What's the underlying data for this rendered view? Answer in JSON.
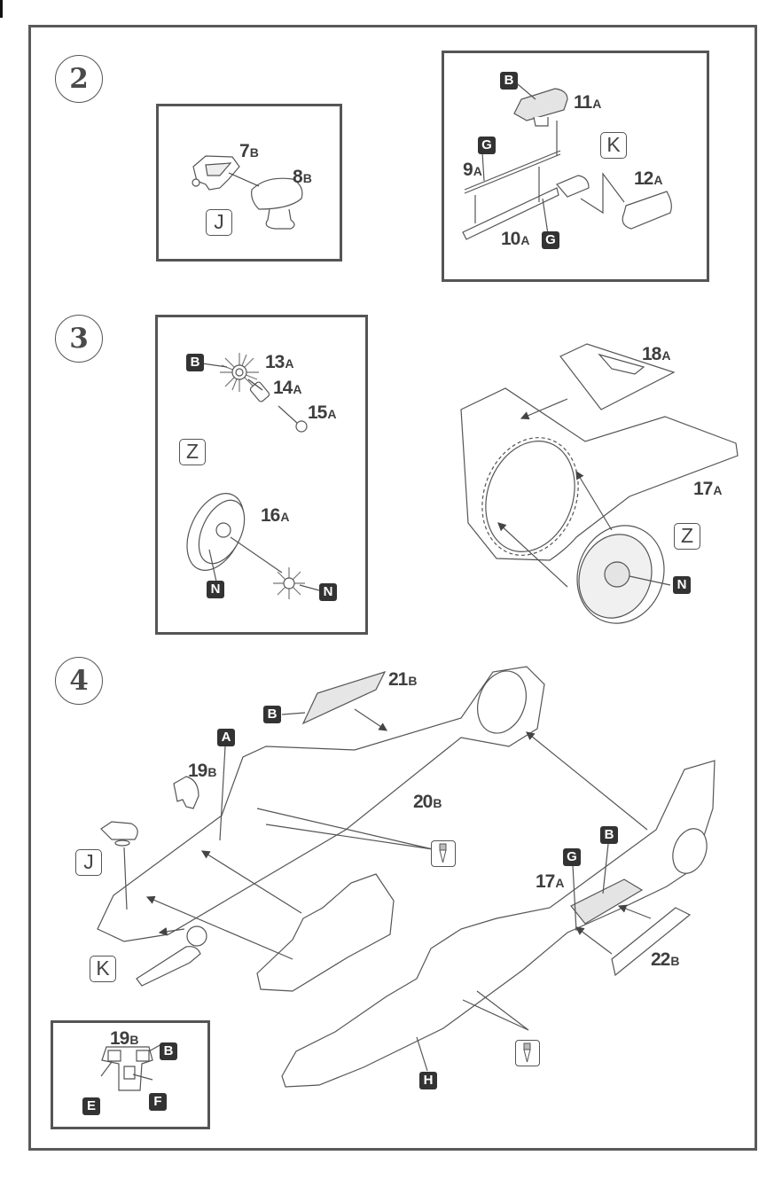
{
  "document": {
    "type": "model kit assembly instructions",
    "accent_color": "#333333",
    "line_color": "#555555"
  },
  "steps": [
    {
      "number": "2",
      "panels": [
        {
          "subassembly": "J",
          "parts": [
            {
              "num": "7",
              "sprue": "B"
            },
            {
              "num": "8",
              "sprue": "B"
            }
          ]
        },
        {
          "subassembly": "K",
          "parts": [
            {
              "num": "9",
              "sprue": "A"
            },
            {
              "num": "10",
              "sprue": "A"
            },
            {
              "num": "11",
              "sprue": "A"
            },
            {
              "num": "12",
              "sprue": "A"
            }
          ],
          "color_tags": [
            "B",
            "G",
            "G"
          ]
        }
      ]
    },
    {
      "number": "3",
      "panels": [
        {
          "subassembly": "Z",
          "parts": [
            {
              "num": "13",
              "sprue": "A"
            },
            {
              "num": "14",
              "sprue": "A"
            },
            {
              "num": "15",
              "sprue": "A"
            },
            {
              "num": "16",
              "sprue": "A"
            }
          ],
          "color_tags": [
            "B",
            "N",
            "N"
          ]
        }
      ],
      "main": {
        "subassembly": "Z",
        "parts": [
          {
            "num": "18",
            "sprue": "A"
          },
          {
            "num": "17",
            "sprue": "A"
          }
        ],
        "color_tags": [
          "N"
        ]
      }
    },
    {
      "number": "4",
      "main": {
        "parts": [
          {
            "num": "21",
            "sprue": "B"
          },
          {
            "num": "19",
            "sprue": "B"
          },
          {
            "num": "20",
            "sprue": "B"
          },
          {
            "num": "17",
            "sprue": "A"
          },
          {
            "num": "22",
            "sprue": "B"
          }
        ],
        "color_tags": [
          "B",
          "A",
          "G",
          "B",
          "H"
        ],
        "subassemblies": [
          "J",
          "K"
        ],
        "icons": [
          "glue-icon",
          "glue-icon"
        ]
      },
      "detail": {
        "part": {
          "num": "19",
          "sprue": "B"
        },
        "color_tags": [
          "B",
          "E",
          "F"
        ]
      }
    }
  ]
}
